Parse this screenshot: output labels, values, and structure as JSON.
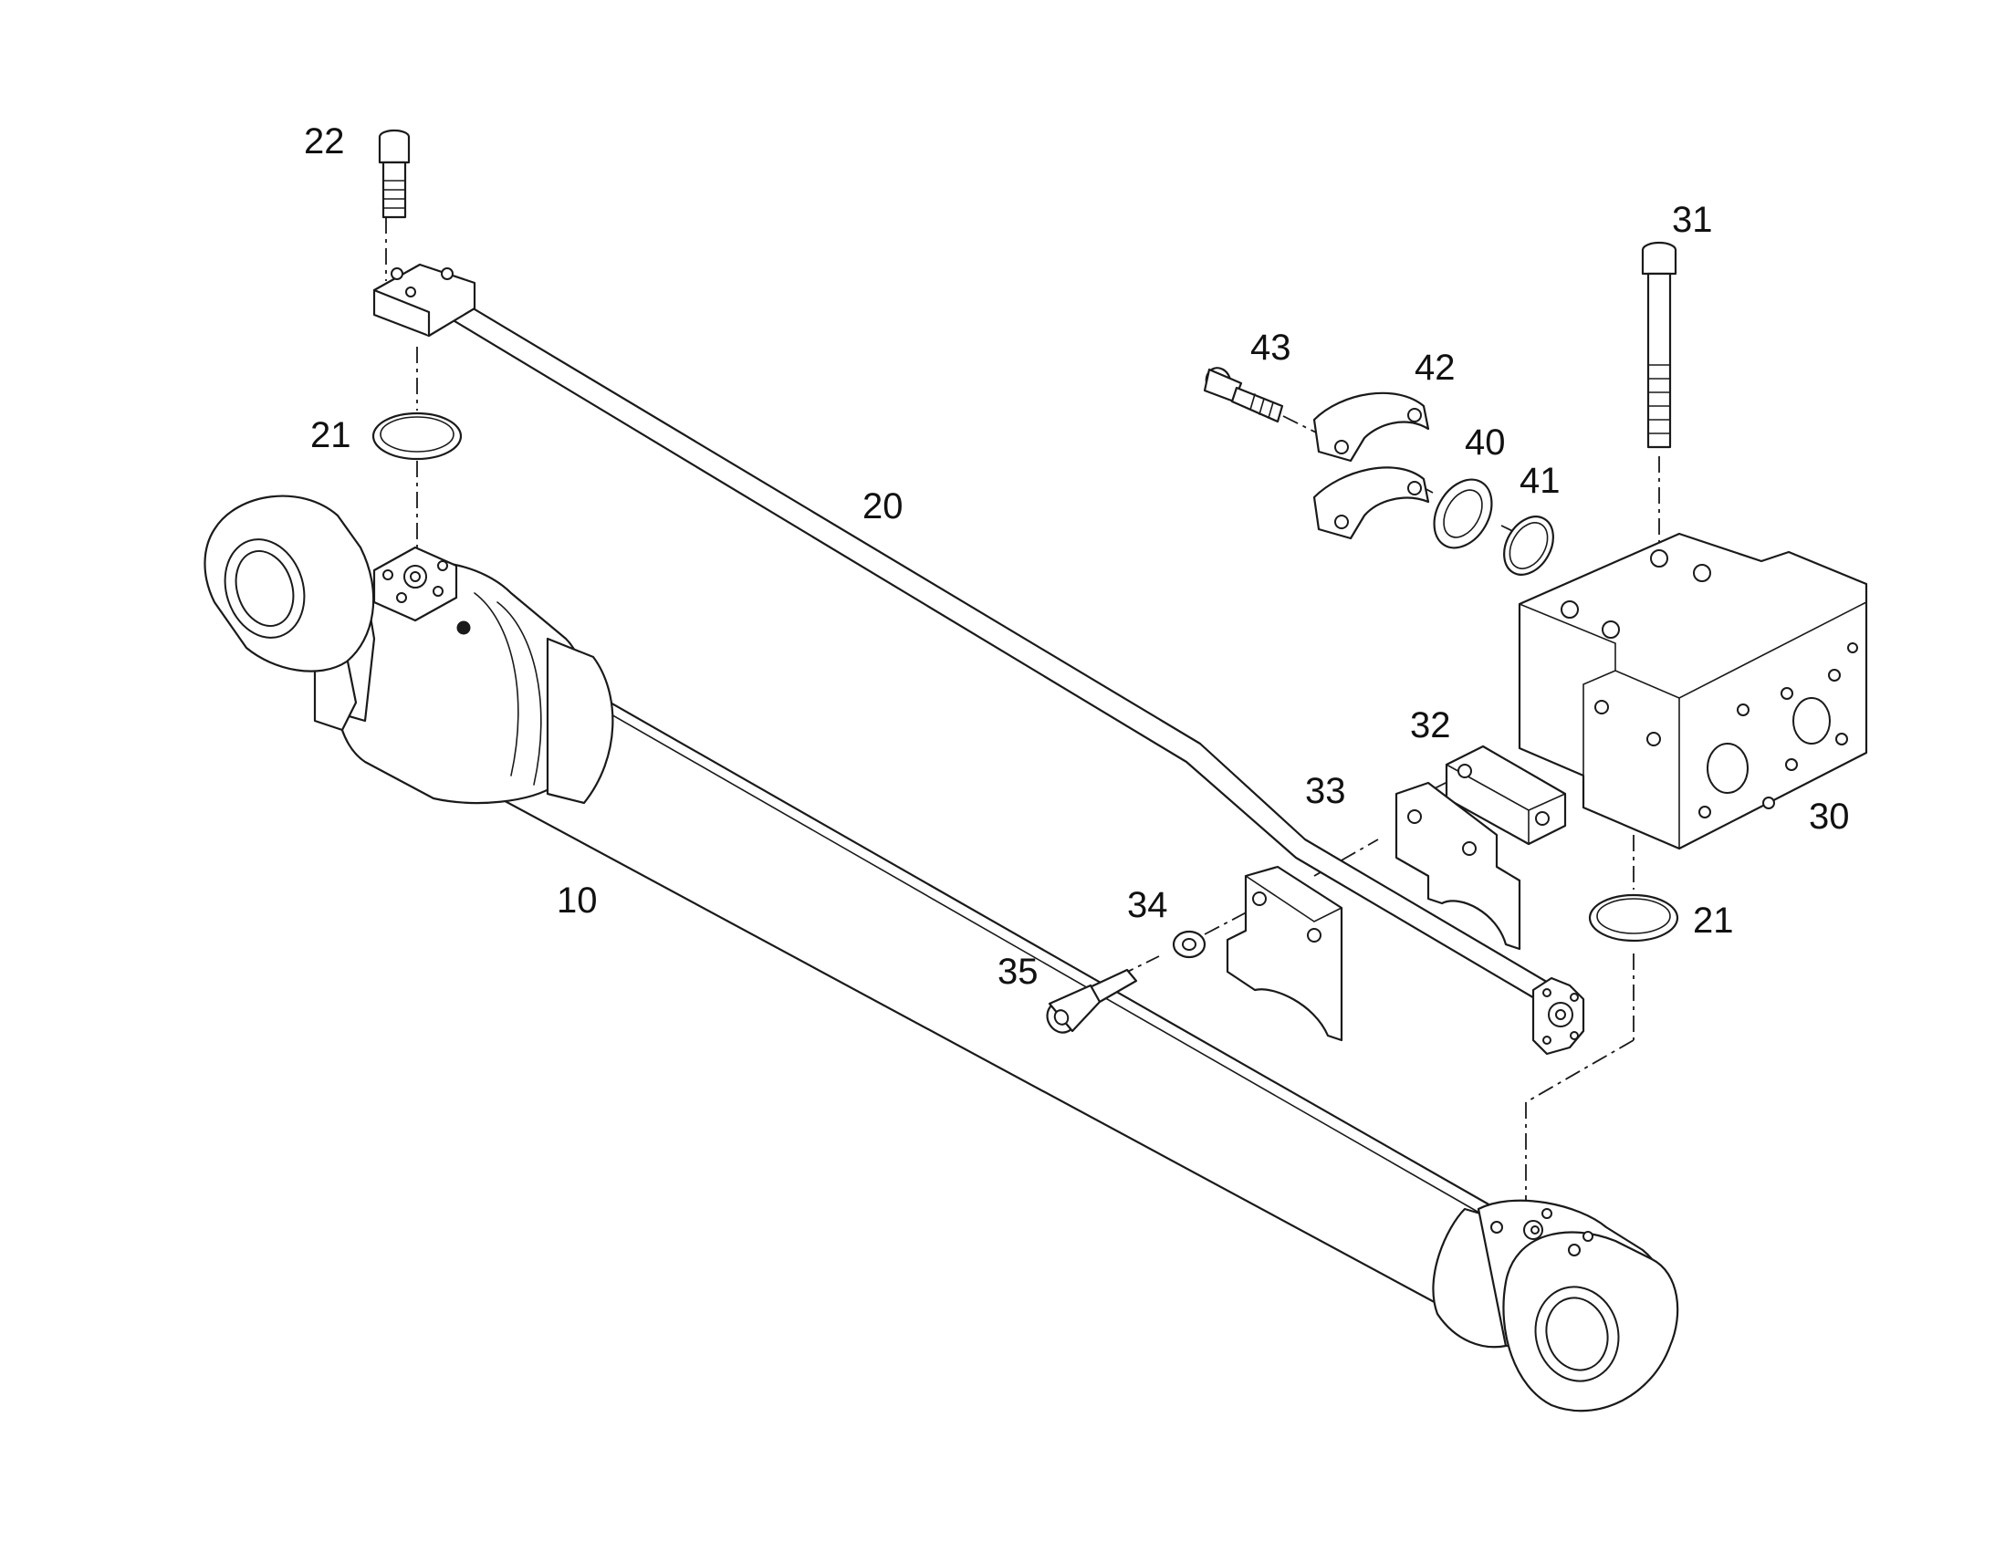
{
  "diagram": {
    "callouts": {
      "c10": "10",
      "c20": "20",
      "c21a": "21",
      "c21b": "21",
      "c22": "22",
      "c30": "30",
      "c31": "31",
      "c32": "32",
      "c33": "33",
      "c34": "34",
      "c35": "35",
      "c40": "40",
      "c41": "41",
      "c42": "42",
      "c43": "43"
    }
  }
}
